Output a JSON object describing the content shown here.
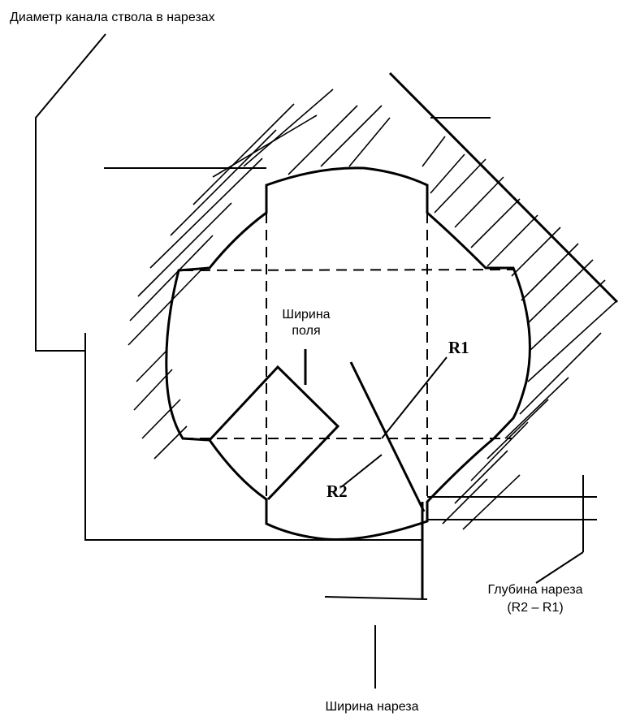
{
  "labels": {
    "bore_diameter": "Диаметр канала ствола в нарезах",
    "land_width_line1": "Ширина",
    "land_width_line2": "поля",
    "r1": "R1",
    "r2": "R2",
    "groove_depth_line1": "Глубина нареза",
    "groove_depth_line2": "(R2 – R1)",
    "groove_width": "Ширина нареза"
  },
  "colors": {
    "ink": "#000000",
    "background": "#ffffff"
  }
}
